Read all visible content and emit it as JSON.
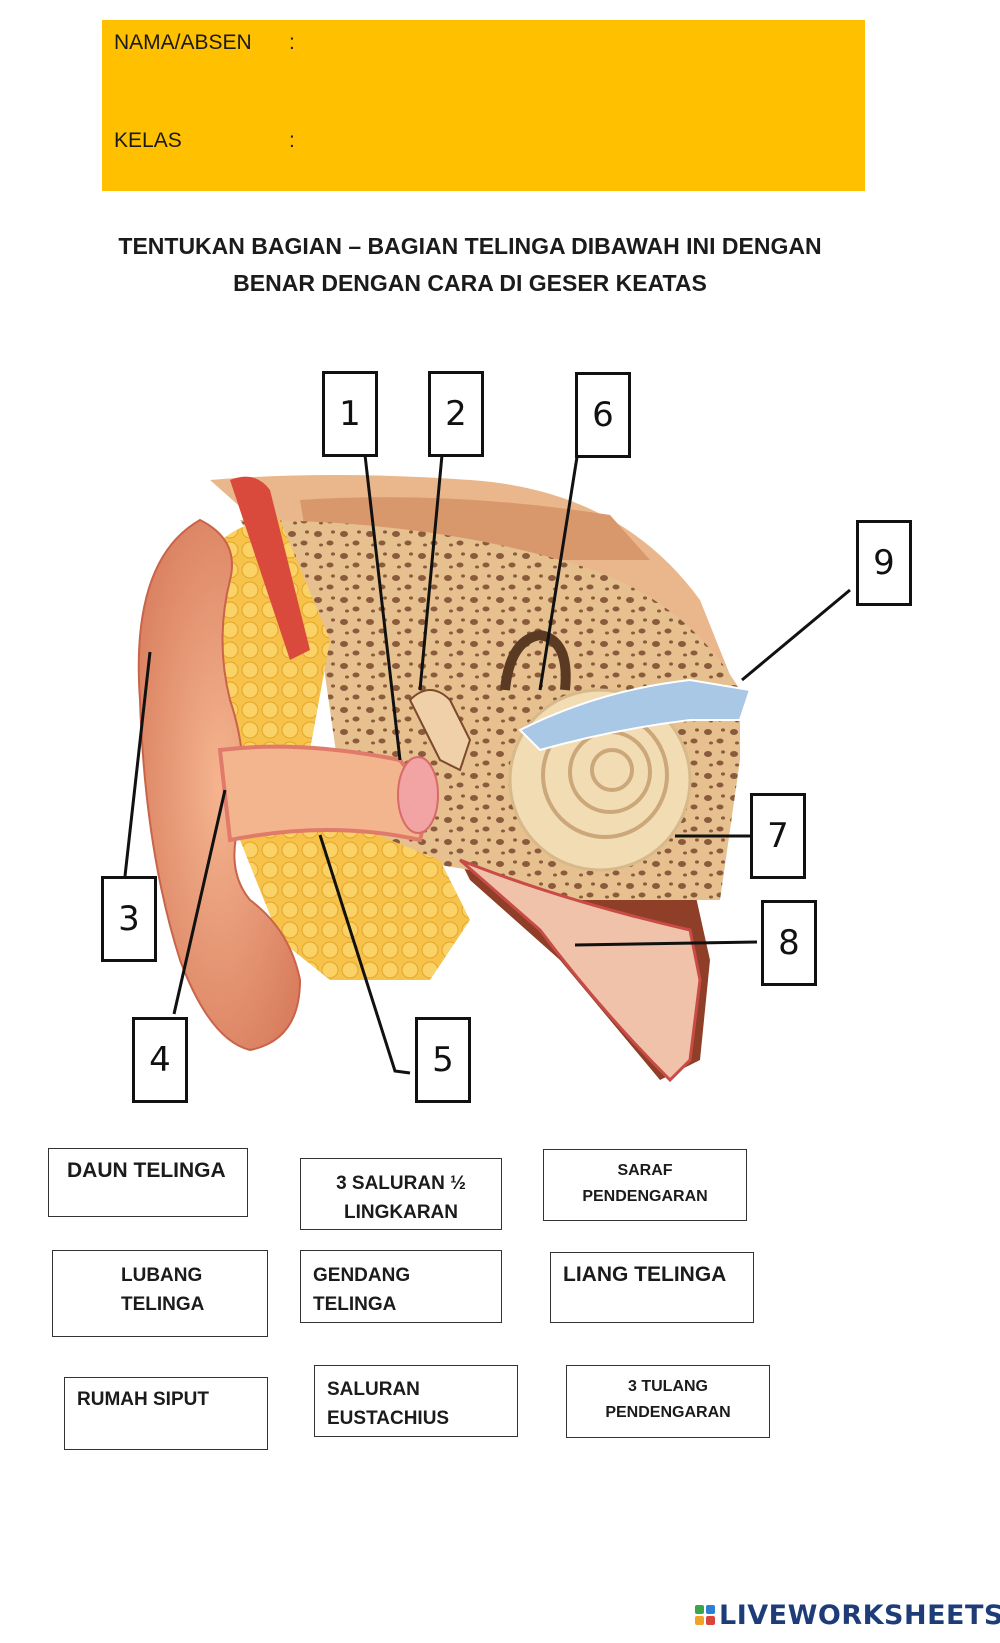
{
  "header": {
    "name_label": "NAMA/ABSEN",
    "name_colon": ":",
    "class_label": "KELAS",
    "class_colon": ":",
    "fill_color": "#ffc000"
  },
  "instruction": {
    "line1": "TENTUKAN BAGIAN – BAGIAN TELINGA DIBAWAH INI DENGAN",
    "line2": "BENAR DENGAN CARA DI GESER KEATAS"
  },
  "diagram": {
    "labels": [
      "1",
      "2",
      "6",
      "9",
      "3",
      "7",
      "8",
      "4",
      "5"
    ]
  },
  "answers": [
    {
      "lines": [
        "DAUN TELINGA"
      ]
    },
    {
      "lines": [
        "3 SALURAN ½",
        "LINGKARAN"
      ]
    },
    {
      "lines": [
        "SARAF",
        "PENDENGARAN"
      ]
    },
    {
      "lines": [
        "LUBANG",
        "TELINGA"
      ]
    },
    {
      "lines": [
        "GENDANG",
        "TELINGA"
      ]
    },
    {
      "lines": [
        "LIANG TELINGA"
      ]
    },
    {
      "lines": [
        "RUMAH SIPUT"
      ]
    },
    {
      "lines": [
        "SALURAN",
        "EUSTACHIUS"
      ]
    },
    {
      "lines": [
        "3 TULANG",
        "PENDENGARAN"
      ]
    }
  ],
  "footer": {
    "brand": "LIVEWORKSHEETS",
    "logo_icon": "liveworksheets-logo-icon"
  }
}
